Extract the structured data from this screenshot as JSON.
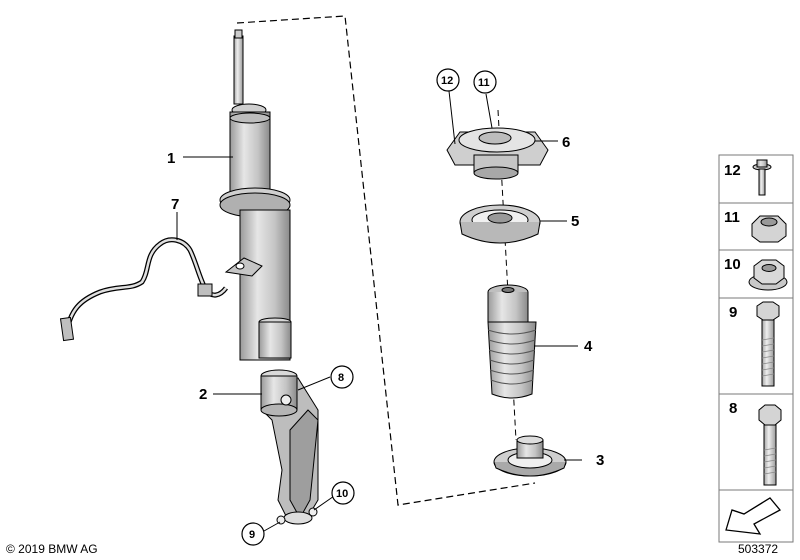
{
  "callouts": {
    "c1": "1",
    "c2": "2",
    "c3": "3",
    "c4": "4",
    "c5": "5",
    "c6": "6",
    "c7": "7",
    "c8": "8",
    "c9": "9",
    "c10": "10",
    "c11": "11",
    "c12": "12"
  },
  "sidebar": {
    "items": [
      {
        "number": "12",
        "part": "bolt-with-washer"
      },
      {
        "number": "11",
        "part": "nut"
      },
      {
        "number": "10",
        "part": "flange-nut"
      },
      {
        "number": "9",
        "part": "hex-bolt-long"
      },
      {
        "number": "8",
        "part": "hex-bolt"
      }
    ]
  },
  "footer": {
    "copyright": "© 2019 BMW AG",
    "diagram_number": "503372"
  },
  "colors": {
    "part_fill": "#d9d9d9",
    "part_dark": "#a9a9a9",
    "outline": "#000000",
    "panel_border": "#7a7a7a"
  }
}
